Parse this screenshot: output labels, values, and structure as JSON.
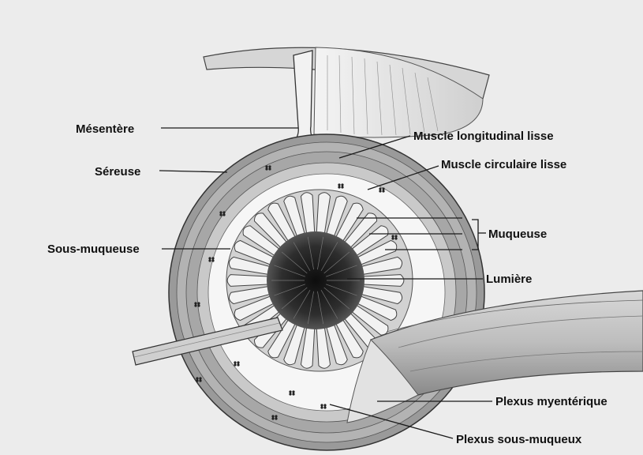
{
  "labels": {
    "mesentere": "Mésentère",
    "sereuse": "Séreuse",
    "sous_muqueuse": "Sous-muqueuse",
    "muscle_longitudinal": "Muscle longitudinal lisse",
    "muscle_circulaire": "Muscle circulaire lisse",
    "muqueuse": "Muqueuse",
    "lumiere": "Lumière",
    "plexus_myenterique": "Plexus myentérique",
    "plexus_sous_muqueux": "Plexus sous-muqueux"
  },
  "colors": {
    "background": "#ececec",
    "muscle_layer": "#9a9a9a",
    "submucosa": "#f6f6f6",
    "mucosa": "#cfcfcf",
    "lumen": "#2a2a2a",
    "label_text": "#111111"
  }
}
